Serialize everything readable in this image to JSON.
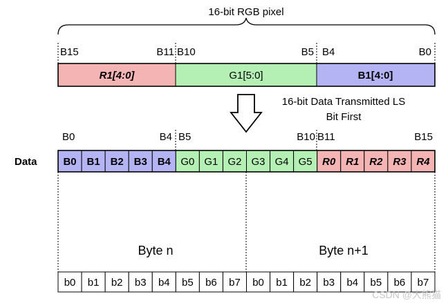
{
  "title": "16-bit RGB pixel",
  "top_bit_labels": {
    "b15": "B15",
    "b11": "B11",
    "b10": "B10",
    "b5": "B5",
    "b4": "B4",
    "b0": "B0"
  },
  "pixel_fields": {
    "red": "R1[4:0]",
    "green": "G1[5:0]",
    "blue": "B1[4:0]"
  },
  "transmit_note": {
    "line1": "16-bit Data Transmitted LS",
    "line2": "Bit First"
  },
  "data_bit_labels": {
    "b0": "B0",
    "b4": "B4",
    "b5": "B5",
    "b10": "B10",
    "b11": "B11",
    "b15": "B15"
  },
  "data_row_label": "Data",
  "data_cells": [
    "B0",
    "B1",
    "B2",
    "B3",
    "B4",
    "G0",
    "G1",
    "G2",
    "G3",
    "G4",
    "G5",
    "R0",
    "R1",
    "R2",
    "R3",
    "R4"
  ],
  "bytes": {
    "byte0": "Byte n",
    "byte1": "Byte n+1"
  },
  "byte_bits": [
    "b0",
    "b1",
    "b2",
    "b3",
    "b4",
    "b5",
    "b6",
    "b7",
    "b0",
    "b1",
    "b2",
    "b3",
    "b4",
    "b5",
    "b6",
    "b7"
  ],
  "watermark": "CSDN @大熊猫",
  "colors": {
    "red_field": "#f4b4b4",
    "green_field": "#b4f0b4",
    "blue_field": "#b4b4f4",
    "border": "#000000"
  }
}
